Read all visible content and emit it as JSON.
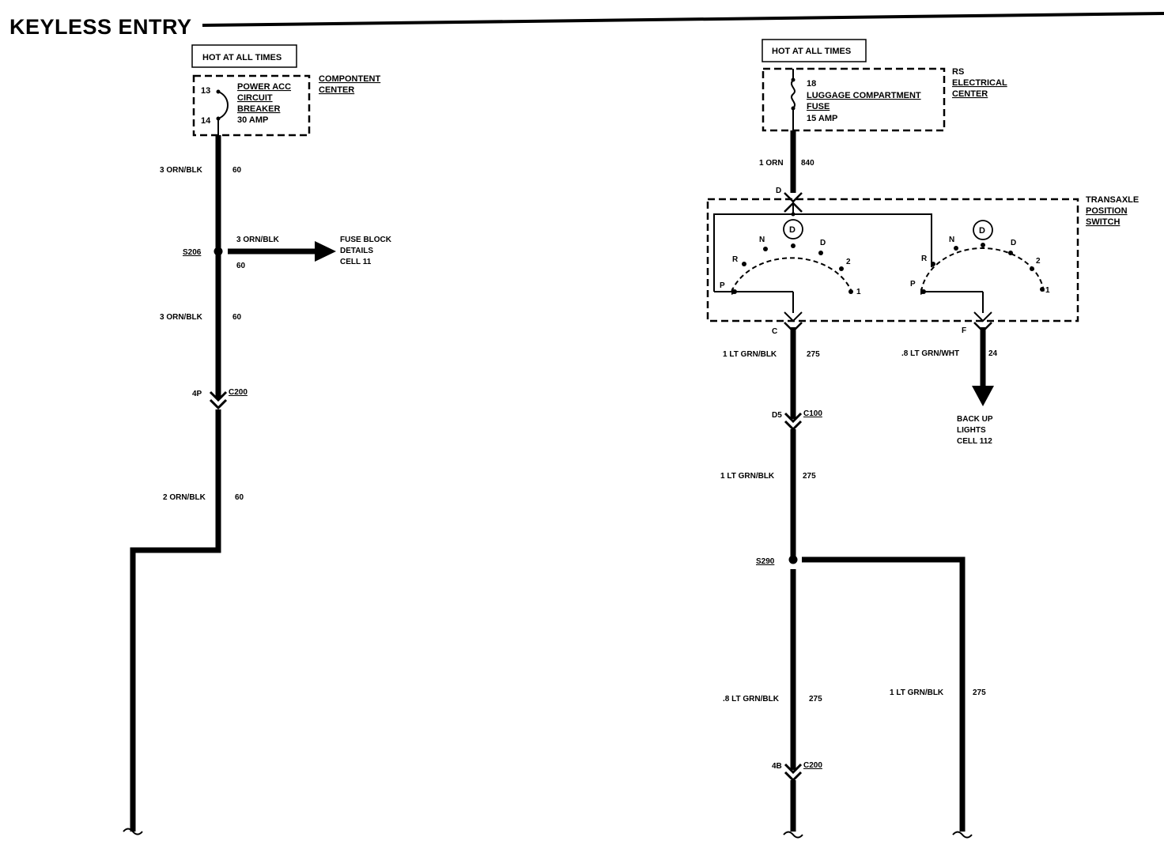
{
  "title": "KEYLESS ENTRY",
  "left": {
    "hot_label": "HOT AT ALL TIMES",
    "breaker": {
      "pin_top": "13",
      "pin_bottom": "14",
      "line1": "POWER ACC",
      "line2": "CIRCUIT",
      "line3": "BREAKER",
      "line4": "30 AMP"
    },
    "center_line1": "COMPONTENT",
    "center_line2": "CENTER",
    "w1_label": "3 ORN/BLK",
    "w1_circuit": "60",
    "splice": "S206",
    "branch_label": "3 ORN/BLK",
    "branch_circuit": "60",
    "dest_line1": "FUSE BLOCK",
    "dest_line2": "DETAILS",
    "dest_line3": "CELL 11",
    "w2_label": "3 ORN/BLK",
    "w2_circuit": "60",
    "conn_pin": "4P",
    "conn": "C200",
    "w3_label": "2 ORN/BLK",
    "w3_circuit": "60"
  },
  "right": {
    "hot_label": "HOT AT ALL TIMES",
    "fuse": {
      "number": "18",
      "line1": "LUGGAGE COMPARTMENT",
      "line2": "FUSE",
      "line3": "15 AMP"
    },
    "center_line1": "RS",
    "center_line2": "ELECTRICAL",
    "center_line3": "CENTER",
    "w1_label": "1 ORN",
    "w1_circuit": "840",
    "pin_d": "D",
    "switch_line1": "TRANSAXLE",
    "switch_line2": "POSITION",
    "switch_line3": "SWITCH",
    "positions": {
      "p": "P",
      "r": "R",
      "n": "N",
      "d": "D",
      "two": "2",
      "one": "1",
      "badge": "D"
    },
    "pin_c": "C",
    "pin_f": "F",
    "w2_label": "1 LT GRN/BLK",
    "w2_circuit": "275",
    "w3_label": ".8 LT GRN/WHT",
    "w3_circuit": "24",
    "backup_line1": "BACK UP",
    "backup_line2": "LIGHTS",
    "backup_line3": "CELL 112",
    "conn_pin": "D5",
    "conn": "C100",
    "w4_label": "1 LT GRN/BLK",
    "w4_circuit": "275",
    "splice": "S290",
    "w5_label": ".8 LT GRN/BLK",
    "w5_circuit": "275",
    "w6_label": "1 LT GRN/BLK",
    "w6_circuit": "275",
    "conn2_pin": "4B",
    "conn2": "C200"
  }
}
